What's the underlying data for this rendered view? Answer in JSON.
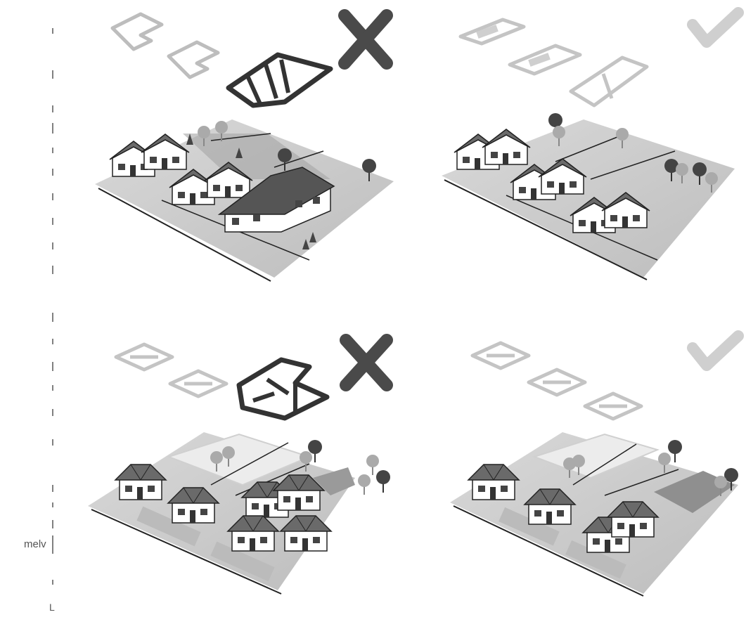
{
  "margin_label": "melv",
  "margin_mark": "L",
  "colors": {
    "wrong": "#4a4a4a",
    "right": "#c9c9c9",
    "ground": "#cfcfcf",
    "roof_dark": "#555555",
    "roof_light": "#8a8a8a",
    "wall": "#ffffff",
    "line": "#222222"
  },
  "panels": [
    {
      "id": "top-left",
      "verdict": "wrong",
      "icon": "cross-icon",
      "roof_style": "gable",
      "highlight": "mixed-roof"
    },
    {
      "id": "top-right",
      "verdict": "right",
      "icon": "check-icon",
      "roof_style": "gable",
      "highlight": "consistent-roof"
    },
    {
      "id": "bottom-left",
      "verdict": "wrong",
      "icon": "cross-icon",
      "roof_style": "hip",
      "highlight": "mixed-roof"
    },
    {
      "id": "bottom-right",
      "verdict": "right",
      "icon": "check-icon",
      "roof_style": "hip",
      "highlight": "consistent-roof"
    }
  ]
}
